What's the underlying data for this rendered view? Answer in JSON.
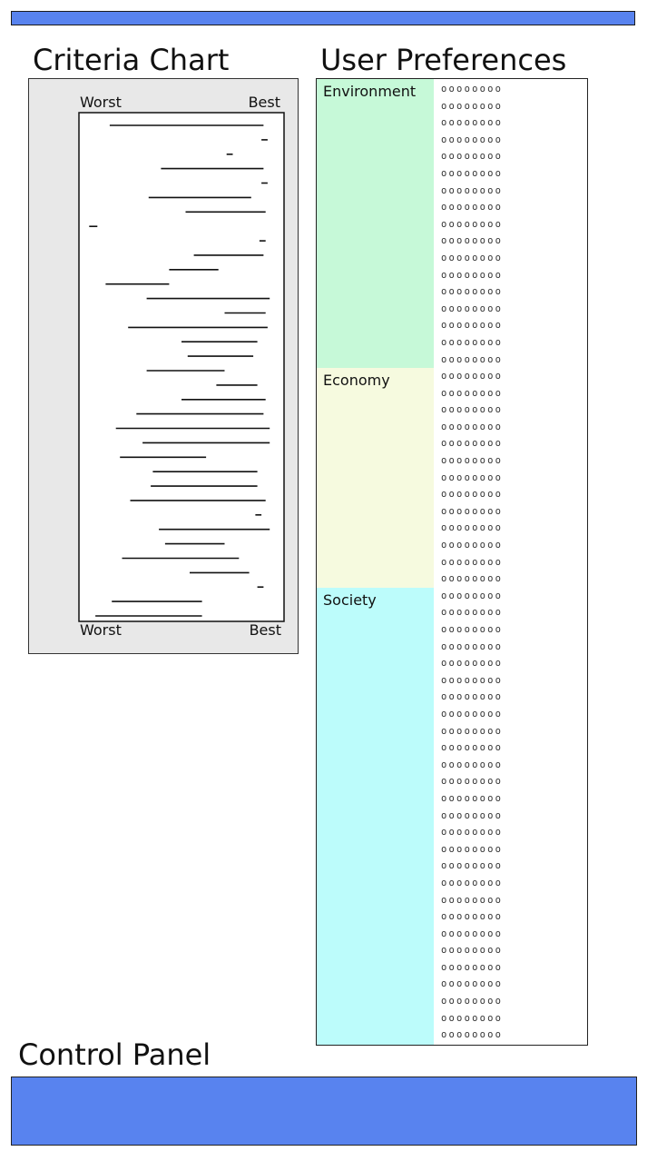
{
  "criteria_chart": {
    "title": "Criteria Chart",
    "worst_label": "Worst",
    "best_label": "Best"
  },
  "user_preferences": {
    "title": "User Preferences",
    "categories": [
      {
        "label": "Environment",
        "color": "#c6f9d8",
        "rows": 17
      },
      {
        "label": "Economy",
        "color": "#f6fadf",
        "rows": 13
      },
      {
        "label": "Society",
        "color": "#bcfcfb",
        "rows": 27
      }
    ],
    "rating_glyph": "oooooooo"
  },
  "control_panel": {
    "title": "Control Panel"
  },
  "colors": {
    "bar_blue": "#5883ef",
    "panel_gray": "#e8e8e8"
  },
  "chart_data": {
    "type": "range",
    "scale": [
      "Worst",
      "Best"
    ],
    "xlim": [
      0,
      1
    ],
    "ranges": [
      [
        0.15,
        0.9
      ],
      [
        0.89,
        0.92
      ],
      [
        0.72,
        0.75
      ],
      [
        0.4,
        0.9
      ],
      [
        0.89,
        0.92
      ],
      [
        0.34,
        0.84
      ],
      [
        0.52,
        0.91
      ],
      [
        0.05,
        0.09
      ],
      [
        0.88,
        0.91
      ],
      [
        0.56,
        0.9
      ],
      [
        0.44,
        0.68
      ],
      [
        0.13,
        0.44
      ],
      [
        0.33,
        0.93
      ],
      [
        0.71,
        0.91
      ],
      [
        0.24,
        0.92
      ],
      [
        0.5,
        0.87
      ],
      [
        0.53,
        0.85
      ],
      [
        0.33,
        0.71
      ],
      [
        0.67,
        0.87
      ],
      [
        0.5,
        0.91
      ],
      [
        0.28,
        0.9
      ],
      [
        0.18,
        0.93
      ],
      [
        0.31,
        0.93
      ],
      [
        0.2,
        0.62
      ],
      [
        0.36,
        0.87
      ],
      [
        0.35,
        0.87
      ],
      [
        0.25,
        0.91
      ],
      [
        0.86,
        0.89
      ],
      [
        0.39,
        0.93
      ],
      [
        0.42,
        0.71
      ],
      [
        0.21,
        0.78
      ],
      [
        0.54,
        0.83
      ],
      [
        0.87,
        0.9
      ],
      [
        0.16,
        0.6
      ],
      [
        0.08,
        0.6
      ]
    ]
  }
}
